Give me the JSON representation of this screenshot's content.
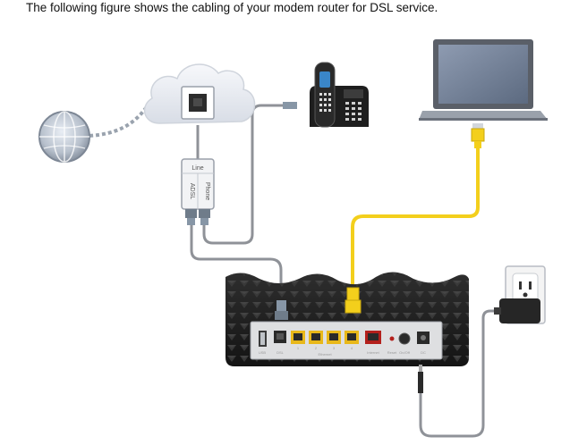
{
  "caption": "The following figure shows the cabling of your modem router for DSL service.",
  "splitter": {
    "line_label": "Line",
    "adsl_label": "ADSL",
    "phone_label": "Phone"
  },
  "router": {
    "port_labels": [
      "USB",
      "DSL",
      "1",
      "2",
      "3",
      "4",
      "Ethernet",
      "Internet",
      "Reset",
      "On/Off",
      "DC"
    ]
  },
  "colors": {
    "phone_cable": "#8f9298",
    "ethernet_cable": "#f3cf1c",
    "power_cable": "#8f9298",
    "router_body": "#222222",
    "internet_port": "#b3201c",
    "lan_port": "#e8b81a"
  },
  "icons": [
    "globe-icon",
    "cloud-icon",
    "wall-phone-jack-icon",
    "dsl-splitter-icon",
    "telephone-icon",
    "laptop-icon",
    "router-icon",
    "power-outlet-icon",
    "power-adapter-icon"
  ]
}
